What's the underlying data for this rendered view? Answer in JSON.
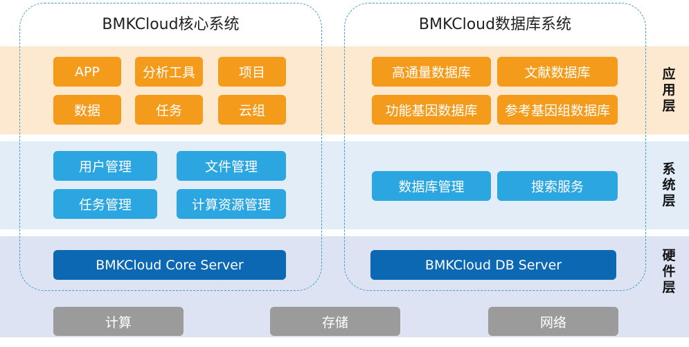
{
  "core_system": {
    "title": "BMKCloud核心系统",
    "app_modules": [
      "APP",
      "分析工具",
      "项目",
      "数据",
      "任务",
      "云组"
    ],
    "system_modules": [
      "用户管理",
      "文件管理",
      "任务管理",
      "计算资源管理"
    ],
    "server": "BMKCloud Core Server"
  },
  "db_system": {
    "title": "BMKCloud数据库系统",
    "app_modules": [
      "高通量数据库",
      "文献数据库",
      "功能基因数据库",
      "参考基因组数据库"
    ],
    "system_modules": [
      "数据库管理",
      "搜索服务"
    ],
    "server": "BMKCloud DB Server"
  },
  "infrastructure": [
    "计算",
    "存储",
    "网络"
  ],
  "layers": {
    "application": "应用层",
    "system": "系统层",
    "hardware": "硬件层"
  },
  "colors": {
    "application_band": "#fde9cf",
    "system_band": "#e2edf8",
    "hardware_band": "#dde3f3",
    "orange_module": "#f49b1c",
    "blue_module": "#2ca6e0",
    "server": "#0d68b4",
    "infrastructure": "#9b9b9b",
    "group_border": "#3b9ad8"
  }
}
